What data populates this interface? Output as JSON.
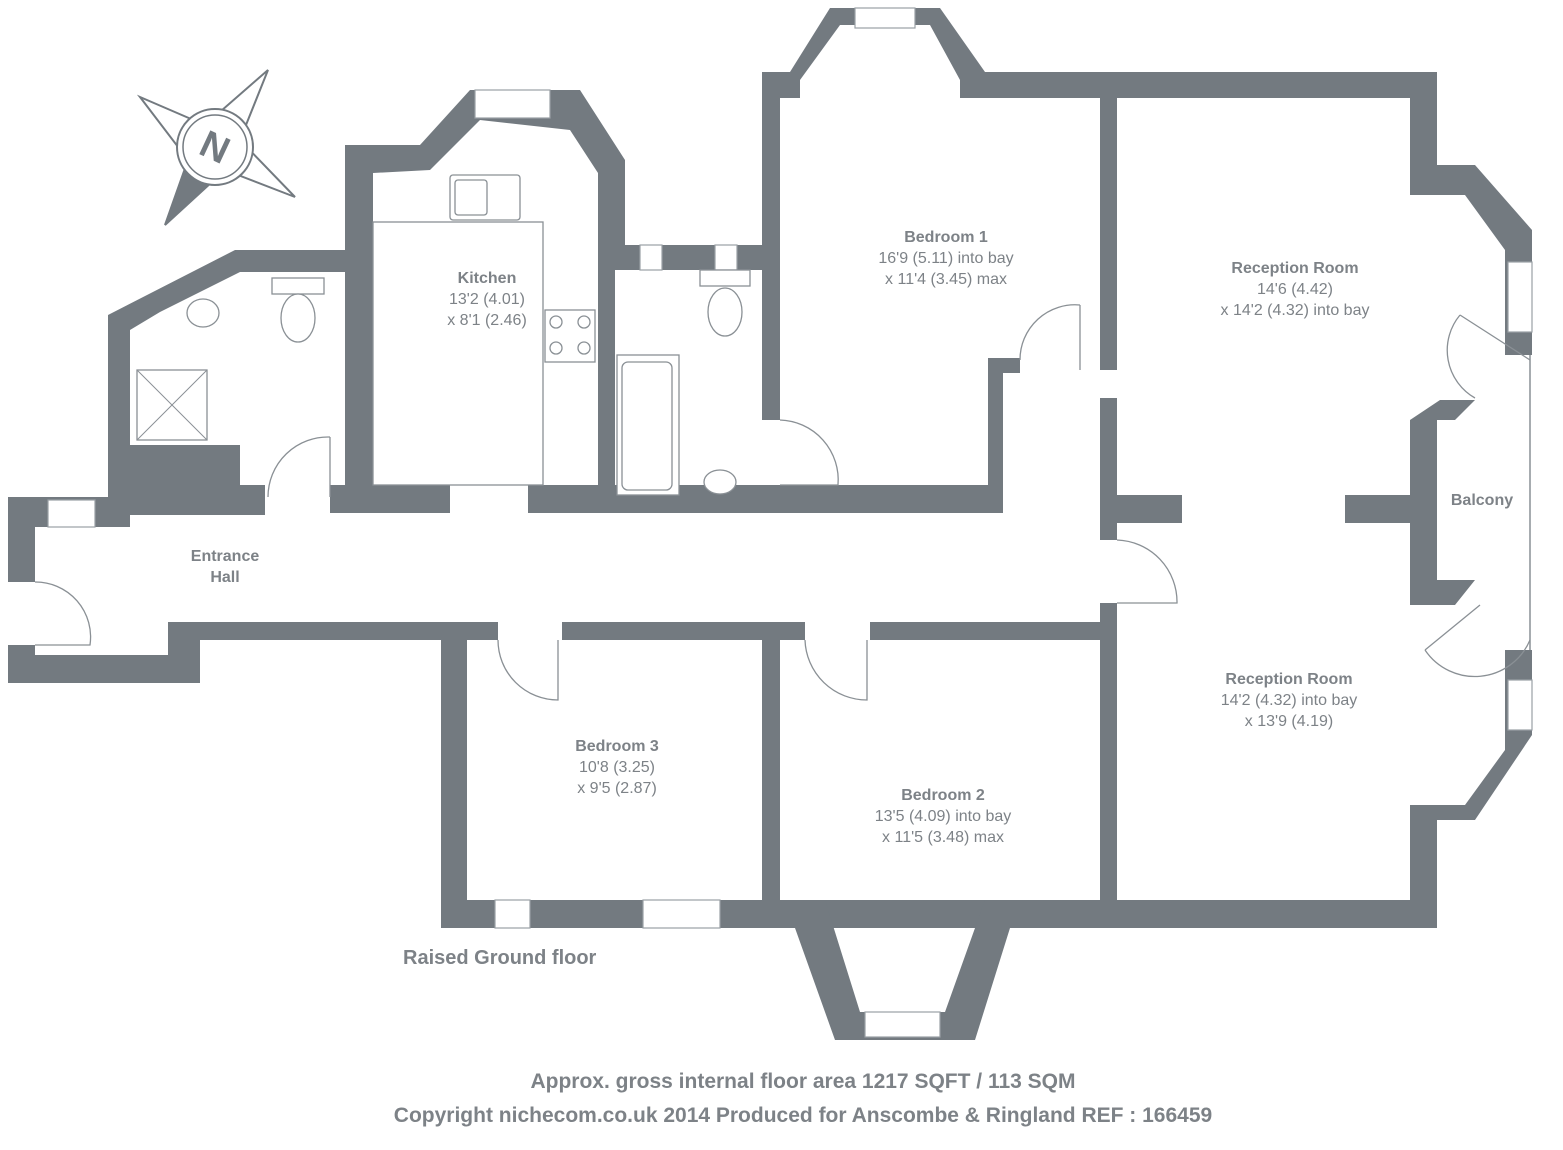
{
  "floor_name": "Raised Ground floor",
  "compass": {
    "label": "N"
  },
  "rooms": [
    {
      "name": "Kitchen",
      "dim1": "13'2 (4.01)",
      "dim2": "x 8'1 (2.46)"
    },
    {
      "name": "Bedroom 1",
      "dim1": "16'9 (5.11) into bay",
      "dim2": "x 11'4 (3.45) max"
    },
    {
      "name": "Reception Room",
      "dim1": "14'6 (4.42)",
      "dim2": "x 14'2 (4.32) into bay"
    },
    {
      "name": "Balcony"
    },
    {
      "name": "Entrance",
      "dim1": "Hall"
    },
    {
      "name": "Reception Room",
      "dim1": "14'2 (4.32) into bay",
      "dim2": "x 13'9 (4.19)"
    },
    {
      "name": "Bedroom 3",
      "dim1": "10'8 (3.25)",
      "dim2": "x 9'5 (2.87)"
    },
    {
      "name": "Bedroom 2",
      "dim1": "13'5 (4.09) into bay",
      "dim2": "x 11'5 (3.48) max"
    }
  ],
  "footer": {
    "area": "Approx. gross internal floor area 1217 SQFT / 113 SQM",
    "copyright": "Copyright nichecom.co.uk 2014 Produced for Anscombe & Ringland REF : 166459"
  },
  "colors": {
    "wall": "#737a80",
    "text": "#7d8287"
  }
}
